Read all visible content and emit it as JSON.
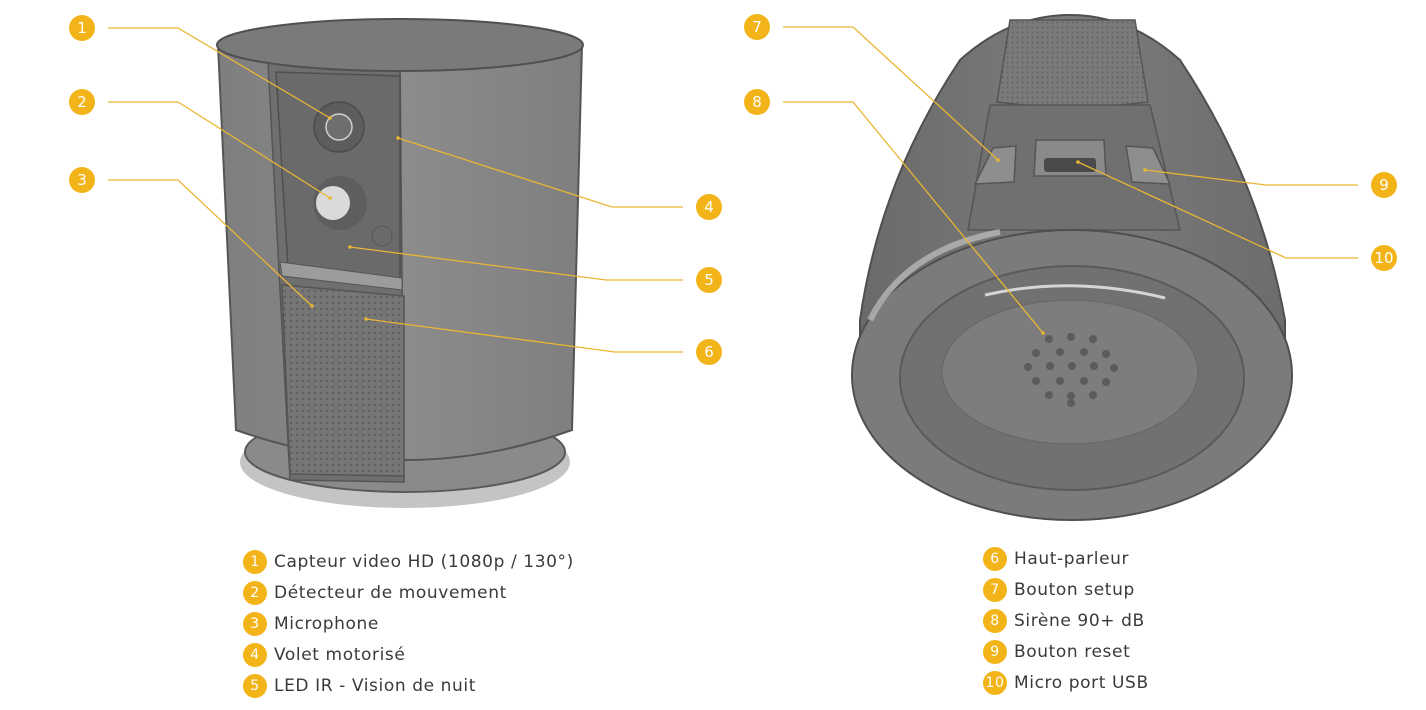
{
  "accent_color": "#f2b418",
  "callouts": [
    {
      "num": "1"
    },
    {
      "num": "2"
    },
    {
      "num": "3"
    },
    {
      "num": "4"
    },
    {
      "num": "5"
    },
    {
      "num": "6"
    },
    {
      "num": "7"
    },
    {
      "num": "8"
    },
    {
      "num": "9"
    },
    {
      "num": "10"
    }
  ],
  "legend_left": [
    {
      "num": "1",
      "label": "Capteur video HD (1080p / 130°)"
    },
    {
      "num": "2",
      "label": "Détecteur de mouvement"
    },
    {
      "num": "3",
      "label": "Microphone"
    },
    {
      "num": "4",
      "label": "Volet motorisé"
    },
    {
      "num": "5",
      "label": "LED IR - Vision de nuit"
    }
  ],
  "legend_right": [
    {
      "num": "6",
      "label": "Haut-parleur"
    },
    {
      "num": "7",
      "label": "Bouton setup"
    },
    {
      "num": "8",
      "label": "Sirène 90+ dB"
    },
    {
      "num": "9",
      "label": "Bouton reset"
    },
    {
      "num": "10",
      "label": "Micro port USB"
    }
  ]
}
